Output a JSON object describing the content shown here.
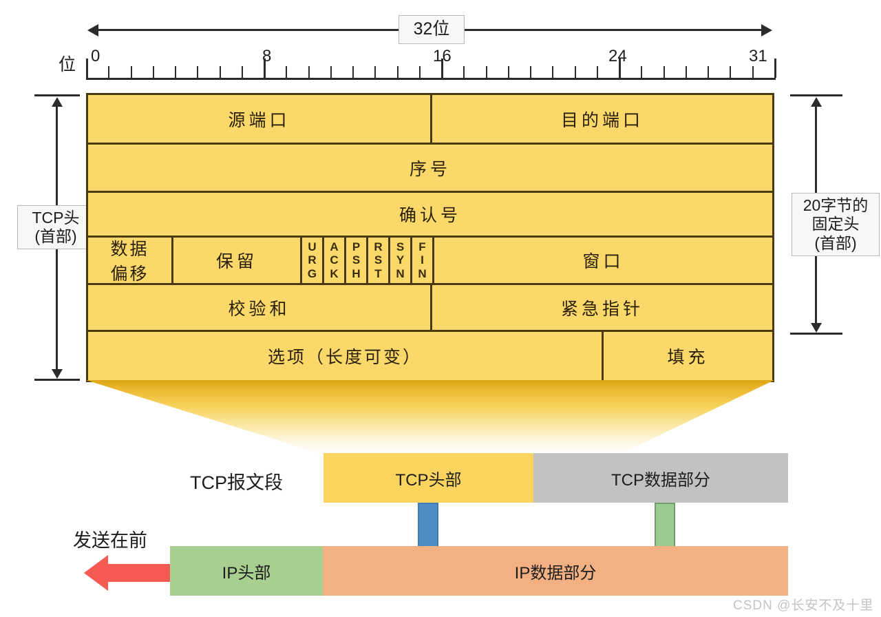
{
  "diagram": {
    "title_span_label": "32位",
    "bit_axis": {
      "unit_label": "位",
      "tick_labels": [
        "0",
        "8",
        "16",
        "24",
        "31"
      ],
      "min_bit": 0,
      "max_bit": 31,
      "total_ticks": 32
    },
    "left_bracket_label": "TCP头\n(首部)",
    "left_bracket_label_line1": "TCP头",
    "left_bracket_label_line2": "(首部)",
    "right_bracket_label_line1": "20字节的",
    "right_bracket_label_line2": "固定头",
    "right_bracket_label_line3": "(首部)",
    "header_rows": [
      {
        "cells": [
          {
            "label": "源端口",
            "bits": 16
          },
          {
            "label": "目的端口",
            "bits": 16
          }
        ]
      },
      {
        "cells": [
          {
            "label": "序号",
            "bits": 32
          }
        ]
      },
      {
        "cells": [
          {
            "label": "确认号",
            "bits": 32
          }
        ]
      },
      {
        "cells": [
          {
            "label": "数据偏移",
            "line1": "数据",
            "line2": "偏移",
            "bits": 4
          },
          {
            "label": "保留",
            "bits": 6
          },
          {
            "label": "URG",
            "flag": true
          },
          {
            "label": "ACK",
            "flag": true
          },
          {
            "label": "PSH",
            "flag": true
          },
          {
            "label": "RST",
            "flag": true
          },
          {
            "label": "SYN",
            "flag": true
          },
          {
            "label": "FIN",
            "flag": true
          },
          {
            "label": "窗口",
            "bits": 16
          }
        ]
      },
      {
        "cells": [
          {
            "label": "校验和",
            "bits": 16
          },
          {
            "label": "紧急指针",
            "bits": 16
          }
        ]
      },
      {
        "cells": [
          {
            "label": "选项（长度可变）",
            "bits": 24
          },
          {
            "label": "填充",
            "bits": 8
          }
        ]
      }
    ],
    "flags": [
      "URG",
      "ACK",
      "PSH",
      "RST",
      "SYN",
      "FIN"
    ],
    "segment": {
      "row_label": "TCP报文段",
      "header_box": "TCP头部",
      "data_box": "TCP数据部分"
    },
    "ip_layer": {
      "send_first_label": "发送在前",
      "header_box": "IP头部",
      "data_box": "IP数据部分"
    },
    "watermark": "CSDN @长安不及十里",
    "colors": {
      "header_fill": "#fad96a",
      "header_border": "#4a3a12",
      "tcp_header_box": "#fad45f",
      "tcp_data_box": "#c2c2c2",
      "ip_header_box": "#a8cf8f",
      "ip_data_box": "#f3b183",
      "blue_arrow": "#4e8cc4",
      "green_arrow": "#9bcb8e",
      "red_arrow": "#f45a52"
    }
  }
}
